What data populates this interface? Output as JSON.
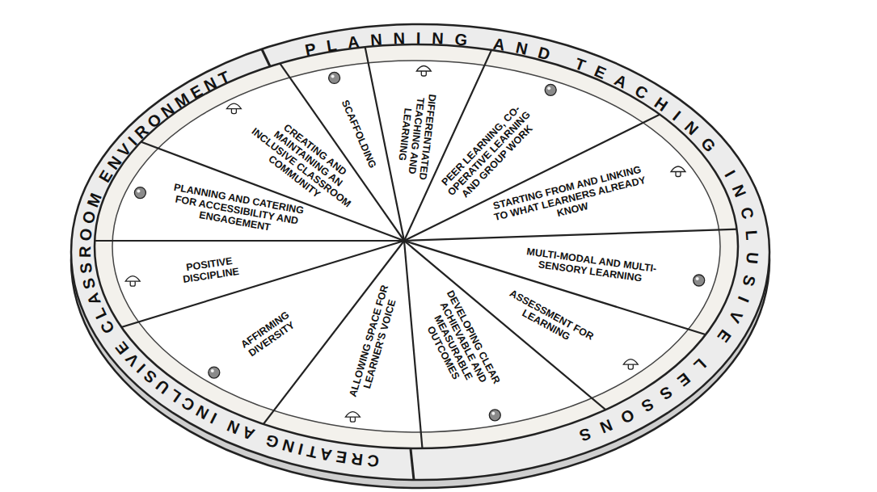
{
  "diagram": {
    "nodes": [
      {
        "text": [
          "CREATING AN INCLUSIVE CLASSROOM ENVIRONMENT"
        ]
      },
      {
        "text": [
          "PLANNING AND TEACHING INCLUSIVE LESSONS"
        ]
      },
      {
        "text": [
          "CREATING AND MAINTAINING AN INCLUSIVE CLASSROOM COMMUNITY"
        ]
      },
      {
        "text": [
          "SCAFFOLDING"
        ]
      },
      {
        "text": [
          "DIFFERENTIATED TEACHING AND LEARNING"
        ]
      },
      {
        "text": [
          "PEER LEARNING, CO-OPERATIVE LEARNING AND GROUP WORK"
        ]
      },
      {
        "text": [
          "STARTING FROM AND LINKING TO WHAT LEARNERS ALREADY KNOW"
        ]
      },
      {
        "text": [
          "MULTI-MODAL AND MULTI-SENSORY LEARNING"
        ]
      },
      {
        "text": [
          "ASSESSMENT FOR LEARNING"
        ]
      },
      {
        "text": [
          "DEVELOPING CLEAR ACHIEVABLE AND MEASURABLE OUTCOMES"
        ]
      },
      {
        "text": [
          "ALLOWING SPACE FOR LEARNER'S VOICE"
        ]
      },
      {
        "text": [
          "AFFIRMING DIVERSITY"
        ]
      },
      {
        "text": [
          "POSITIVE DISCIPLINE"
        ]
      },
      {
        "text": [
          "PLANNING AND CATERING FOR ACCESSIBILITY AND ENGAGEMENT"
        ]
      }
    ]
  }
}
